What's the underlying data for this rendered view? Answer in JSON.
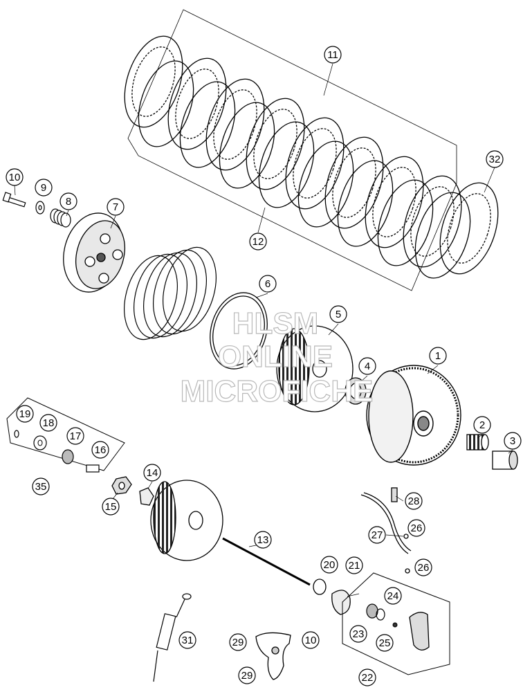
{
  "watermark": {
    "line1": "HLSM",
    "line2": "ONLINE",
    "line3": "MICROFICHE"
  },
  "callouts": [
    {
      "id": "c11",
      "number": "11",
      "part": "inner-plates-set"
    },
    {
      "id": "c32",
      "number": "32",
      "part": "final-plate"
    },
    {
      "id": "c12",
      "number": "12",
      "part": "outer-plates-set"
    },
    {
      "id": "c10a",
      "number": "10",
      "part": "pressure-plate-bolt"
    },
    {
      "id": "c9",
      "number": "9",
      "part": "washer"
    },
    {
      "id": "c8",
      "number": "8",
      "part": "clutch-spring"
    },
    {
      "id": "c7",
      "number": "7",
      "part": "pressure-plate"
    },
    {
      "id": "c6",
      "number": "6",
      "part": "wire-ring"
    },
    {
      "id": "c5",
      "number": "5",
      "part": "inner-clutch-hub"
    },
    {
      "id": "c4",
      "number": "4",
      "part": "thrust-washer"
    },
    {
      "id": "c1",
      "number": "1",
      "part": "clutch-basket"
    },
    {
      "id": "c2",
      "number": "2",
      "part": "needle-bearing"
    },
    {
      "id": "c3",
      "number": "3",
      "part": "spacer-bushing"
    },
    {
      "id": "c19",
      "number": "19",
      "part": "small-ring"
    },
    {
      "id": "c18",
      "number": "18",
      "part": "washer-kit"
    },
    {
      "id": "c17",
      "number": "17",
      "part": "bearing-kit"
    },
    {
      "id": "c16",
      "number": "16",
      "part": "pressure-piece"
    },
    {
      "id": "c35",
      "number": "35",
      "part": "kit-group"
    },
    {
      "id": "c14",
      "number": "14",
      "part": "lock-washer"
    },
    {
      "id": "c15",
      "number": "15",
      "part": "hex-nut"
    },
    {
      "id": "c13",
      "number": "13",
      "part": "push-rod"
    },
    {
      "id": "c28",
      "number": "28",
      "part": "bleed-screw"
    },
    {
      "id": "c27",
      "number": "27",
      "part": "clutch-line"
    },
    {
      "id": "c26a",
      "number": "26",
      "part": "seal-ring-upper"
    },
    {
      "id": "c26b",
      "number": "26",
      "part": "seal-ring-lower"
    },
    {
      "id": "c20",
      "number": "20",
      "part": "o-ring"
    },
    {
      "id": "c21",
      "number": "21",
      "part": "gasket"
    },
    {
      "id": "c24",
      "number": "24",
      "part": "piston-seal"
    },
    {
      "id": "c23",
      "number": "23",
      "part": "slave-piston"
    },
    {
      "id": "c25",
      "number": "25",
      "part": "spring"
    },
    {
      "id": "c31",
      "number": "31",
      "part": "drain-syringe"
    },
    {
      "id": "c29a",
      "number": "29",
      "part": "slave-cylinder-screw-top"
    },
    {
      "id": "c10b",
      "number": "10",
      "part": "slave-cylinder-bolt"
    },
    {
      "id": "c29b",
      "number": "29",
      "part": "slave-cylinder-screw-bottom"
    },
    {
      "id": "c22",
      "number": "22",
      "part": "slave-cylinder-assembly"
    }
  ]
}
